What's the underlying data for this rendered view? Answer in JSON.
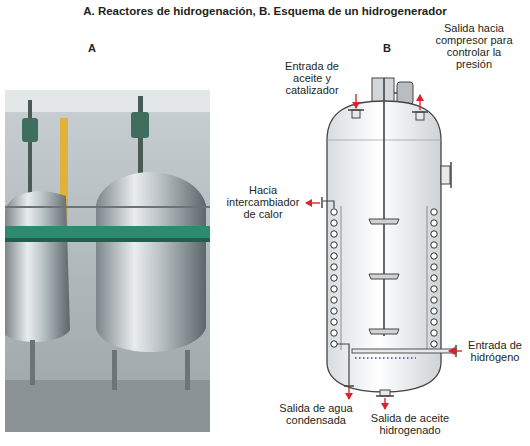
{
  "diagram": {
    "title": "A. Reactores de hidrogenación, B. Esquema de un hidrogenerador",
    "labels": [
      "A",
      "B",
      "Entrada de aceite y catalizador",
      "Salida hacia compresor para controlar la presión",
      "Hacia intercambiador de calor",
      "Entrada de hidrógeno",
      "Salida de agua condensada",
      "Salida de aceite hidrogenado"
    ]
  }
}
